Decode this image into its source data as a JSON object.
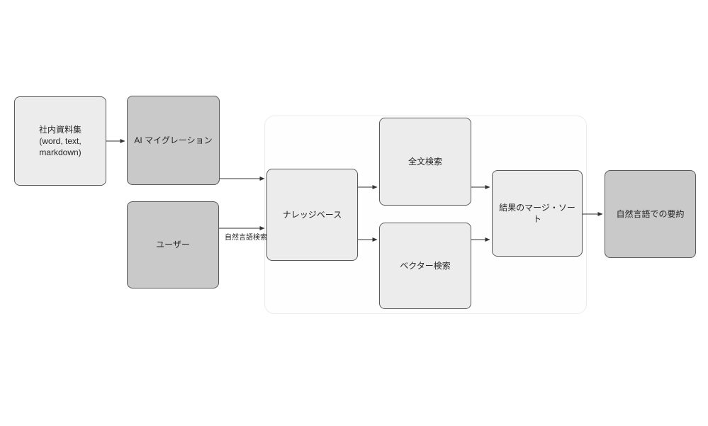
{
  "diagram": {
    "colors": {
      "background": "#ffffff",
      "node_light_fill": "#ececec",
      "node_dark_fill": "#c9c9c9",
      "node_stroke": "#595959",
      "group_fill": "#fefefe",
      "group_stroke": "#ebebeb",
      "arrow": "#333333",
      "text": "#262626"
    },
    "nodes": [
      {
        "id": "internal-docs",
        "label": "社内資料集\n(word, text, markdown)",
        "variant": "light"
      },
      {
        "id": "ai-migration",
        "label": "AI マイグレーション",
        "variant": "dark"
      },
      {
        "id": "user",
        "label": "ユーザー",
        "variant": "dark"
      },
      {
        "id": "knowledge-base",
        "label": "ナレッジベース",
        "variant": "light"
      },
      {
        "id": "fulltext-search",
        "label": "全文検索",
        "variant": "light"
      },
      {
        "id": "vector-search",
        "label": "ベクター検索",
        "variant": "light"
      },
      {
        "id": "merge-sort-results",
        "label": "結果のマージ・ソート",
        "variant": "light"
      },
      {
        "id": "natural-language-summary",
        "label": "自然言語での要約",
        "variant": "dark"
      }
    ],
    "edges": [
      {
        "from": "internal-docs",
        "to": "ai-migration",
        "label": ""
      },
      {
        "from": "ai-migration",
        "to": "knowledge-base",
        "label": ""
      },
      {
        "from": "user",
        "to": "knowledge-base",
        "label": "自然言語検索"
      },
      {
        "from": "knowledge-base",
        "to": "fulltext-search",
        "label": ""
      },
      {
        "from": "knowledge-base",
        "to": "vector-search",
        "label": ""
      },
      {
        "from": "fulltext-search",
        "to": "merge-sort-results",
        "label": ""
      },
      {
        "from": "vector-search",
        "to": "merge-sort-results",
        "label": ""
      },
      {
        "from": "merge-sort-results",
        "to": "natural-language-summary",
        "label": ""
      }
    ]
  }
}
